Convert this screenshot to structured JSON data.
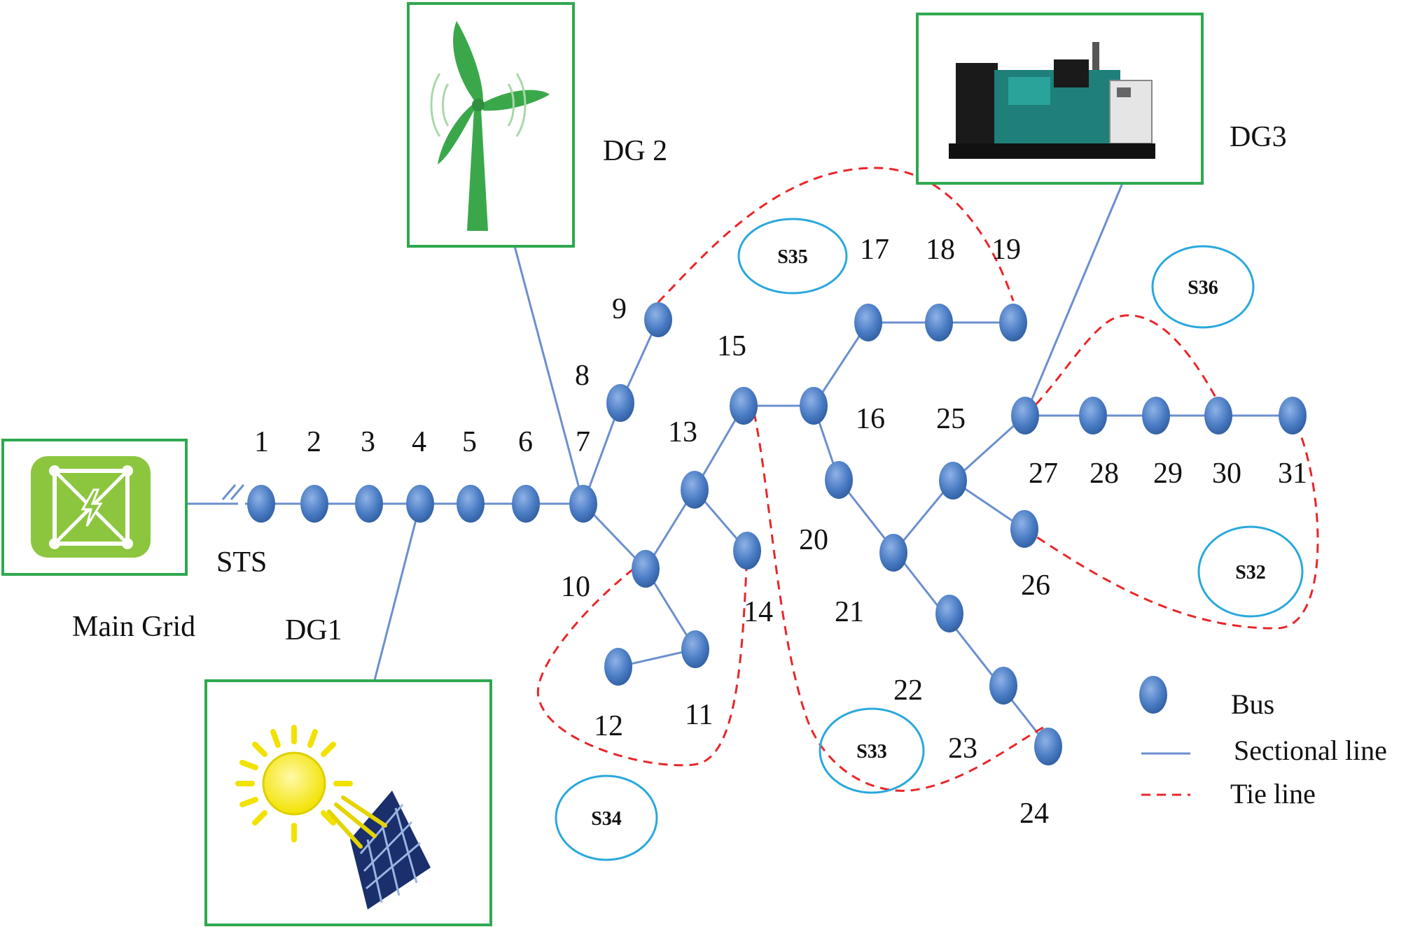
{
  "labels": {
    "main_grid": "Main Grid",
    "sts": "STS",
    "dg1": "DG1",
    "dg2": "DG 2",
    "dg3": "DG3"
  },
  "bus_labels": [
    "1",
    "2",
    "3",
    "4",
    "5",
    "6",
    "7",
    "8",
    "9",
    "10",
    "11",
    "12",
    "13",
    "14",
    "15",
    "16",
    "17",
    "18",
    "19",
    "20",
    "21",
    "22",
    "23",
    "24",
    "25",
    "26",
    "27",
    "28",
    "29",
    "30",
    "31"
  ],
  "switches": [
    "S35",
    "S36",
    "S34",
    "S33",
    "S32"
  ],
  "legend": {
    "bus": "Bus",
    "sectional_line": "Sectional line",
    "tie_line": "Tie line"
  },
  "colors": {
    "bus_fill": "#4a7cc4",
    "sectional_line": "#6b8fcf",
    "tie_line": "#e8262a",
    "frame_border": "#2fa84f",
    "switch_circle": "#29a8dc",
    "grid_icon": "#8cc63f"
  },
  "icons": {
    "main_grid": "power-grid-icon",
    "dg1": "solar-panel-icon",
    "dg2": "wind-turbine-icon",
    "dg3": "diesel-generator-icon"
  }
}
